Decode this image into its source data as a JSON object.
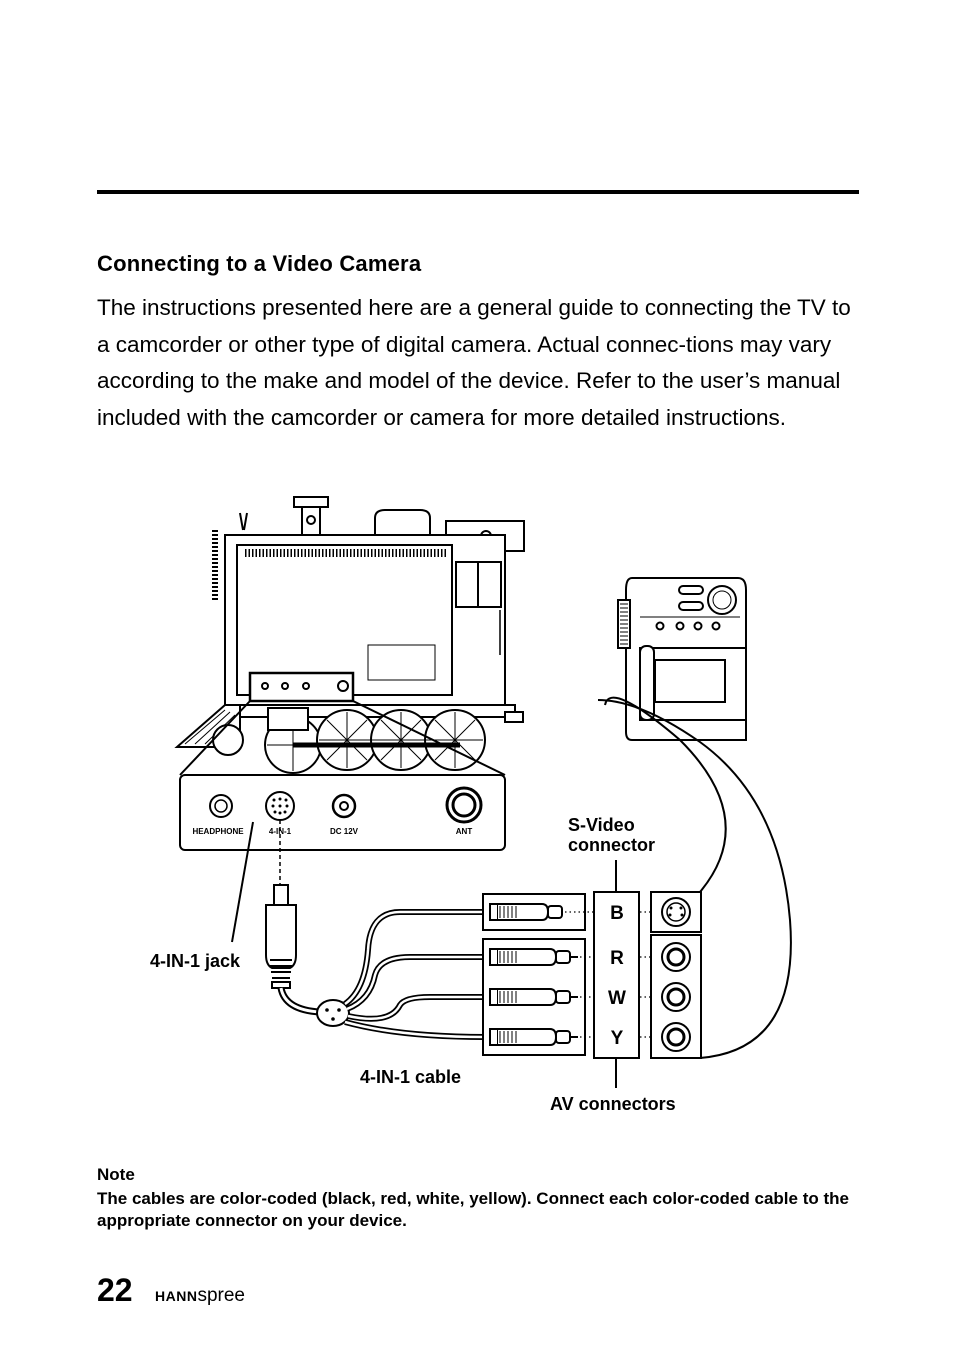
{
  "section": {
    "heading": "Connecting to a Video Camera",
    "body": "The instructions presented here are a general guide to connecting the TV to a camcorder or other type of digital camera. Actual connec-tions may vary according to the make and model of the device. Refer to the user’s manual included with the camcorder or camera for more detailed instructions."
  },
  "diagram": {
    "panel_labels": {
      "headphone": "HEADPHONE",
      "four_in_one": "4-IN-1",
      "dc": "DC 12V",
      "ant": "ANT"
    },
    "callouts": {
      "jack": "4-IN-1 jack",
      "cable": "4-IN-1 cable",
      "svideo_line1": "S-Video",
      "svideo_line2": "connector",
      "av": "AV connectors"
    },
    "color_letters": [
      "B",
      "R",
      "W",
      "Y"
    ]
  },
  "note": {
    "title": "Note",
    "text": "The cables are color-coded (black, red, white, yellow). Connect each color-coded cable to the appropriate connector on your device."
  },
  "footer": {
    "page_number": "22",
    "brand_bold": "HANN",
    "brand_light": "spree"
  }
}
